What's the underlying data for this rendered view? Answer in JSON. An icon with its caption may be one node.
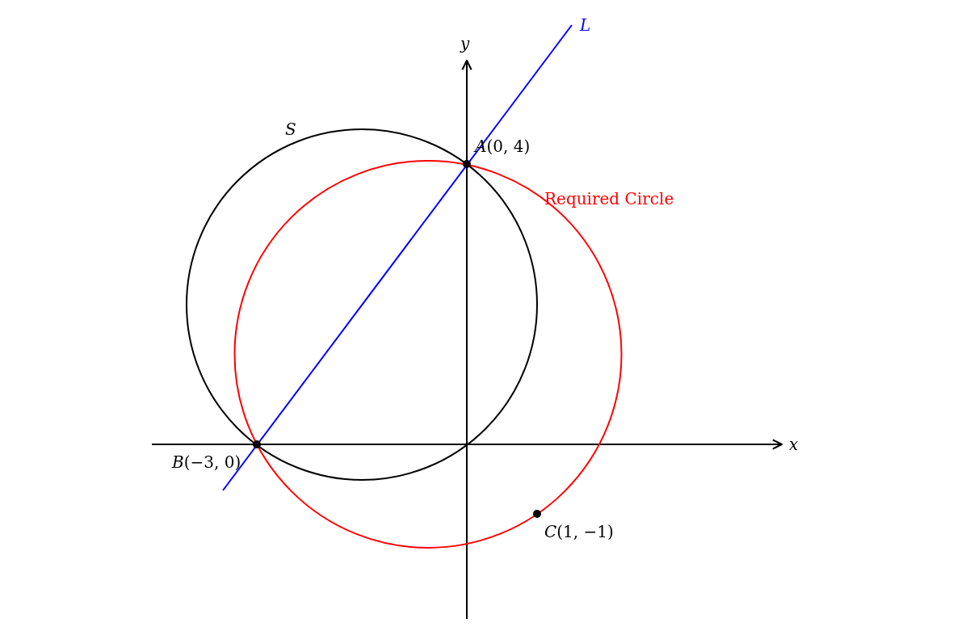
{
  "diagram": {
    "labels": [
      "*L*",
      "*y*",
      "*S*",
      "*A*(0, 4)",
      "Required Circle",
      "*x*",
      "*B*(−3, 0)",
      "*C*(1, −1)"
    ]
  }
}
